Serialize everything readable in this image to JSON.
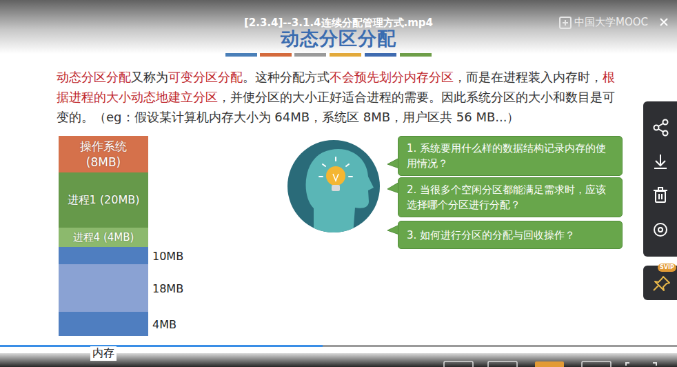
{
  "diagram": {
    "title": "动态分区分配",
    "nodes": [
      {
        "text": [
          "内存"
        ]
      },
      {
        "text": [
          "操作系统 (8MB)"
        ],
        "in": 0
      },
      {
        "text": [
          "进程1 (20MB)"
        ],
        "in": 0
      },
      {
        "text": [
          "进程4 (4MB)"
        ],
        "in": 0
      },
      {
        "text": [
          "10MB"
        ],
        "in": 0
      },
      {
        "text": [
          "18MB"
        ],
        "in": 0
      },
      {
        "text": [
          "4MB"
        ],
        "in": 0
      },
      {
        "text": [
          "1. 系统要用什么样的数据结构记录内存的使用情况？"
        ]
      },
      {
        "text": [
          "2. 当很多个空闲分区都能满足需求时，应该选择哪个分区进行分配？"
        ]
      },
      {
        "text": [
          "3. 如何进行分区的分配与回收操作？"
        ]
      }
    ],
    "labels": [
      "[2.3.4]--3.1.4连续分配管理方式.mp4",
      "中国大学MOOC",
      "动态分区分配",
      "又称为",
      "可变分区分配",
      "。这种分配方式",
      "不会预先划分内存分区",
      "，而是在进程装入内存时，",
      "根据进程的大小动态地建立分区",
      "，并使分区的大小正好适合进程的需要。因此系统分区的大小和数目是可变的。（eg：假设某计算机内存大小为 64MB，系统区 8MB，用户区共 56 MB...）",
      "SVIP"
    ]
  }
}
